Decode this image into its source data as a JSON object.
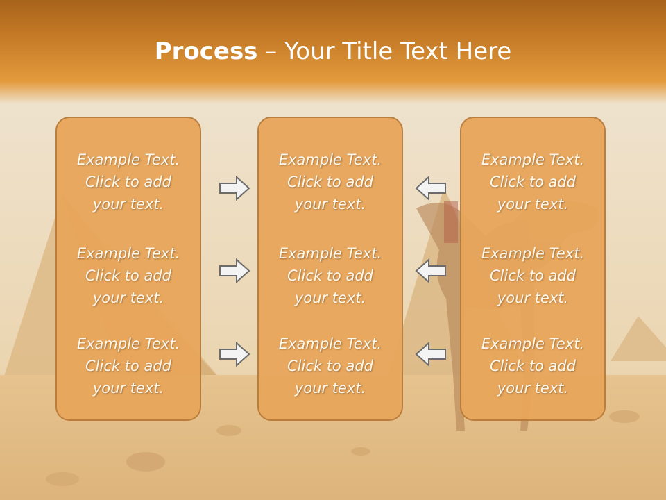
{
  "slide": {
    "title_bold": "Process",
    "title_rest": " – Your Title Text Here"
  },
  "columns": [
    {
      "items": [
        {
          "line1": "Example Text.",
          "line2": "Click  to add",
          "line3": "your text."
        },
        {
          "line1": "Example Text.",
          "line2": "Click  to add",
          "line3": "your text."
        },
        {
          "line1": "Example Text.",
          "line2": "Click  to add",
          "line3": "your text."
        }
      ]
    },
    {
      "items": [
        {
          "line1": "Example Text.",
          "line2": "Click  to add",
          "line3": "your text."
        },
        {
          "line1": "Example Text.",
          "line2": "Click  to add",
          "line3": "your text."
        },
        {
          "line1": "Example Text.",
          "line2": "Click  to add",
          "line3": "your text."
        }
      ]
    },
    {
      "items": [
        {
          "line1": "Example Text.",
          "line2": "Click  to add",
          "line3": "your text."
        },
        {
          "line1": "Example Text.",
          "line2": "Click  to add",
          "line3": "your text."
        },
        {
          "line1": "Example Text.",
          "line2": "Click  to add",
          "line3": "your text."
        }
      ]
    }
  ],
  "arrows": {
    "left_group": "arrow-right-icon",
    "right_group": "arrow-left-icon"
  },
  "colors": {
    "header_dark": "#a8631b",
    "header_light": "#e39a3c",
    "box_fill": "#e8a65b",
    "box_border": "#b87a38",
    "arrow_fill": "#f3f3f3",
    "arrow_stroke": "#6b6b6b"
  }
}
